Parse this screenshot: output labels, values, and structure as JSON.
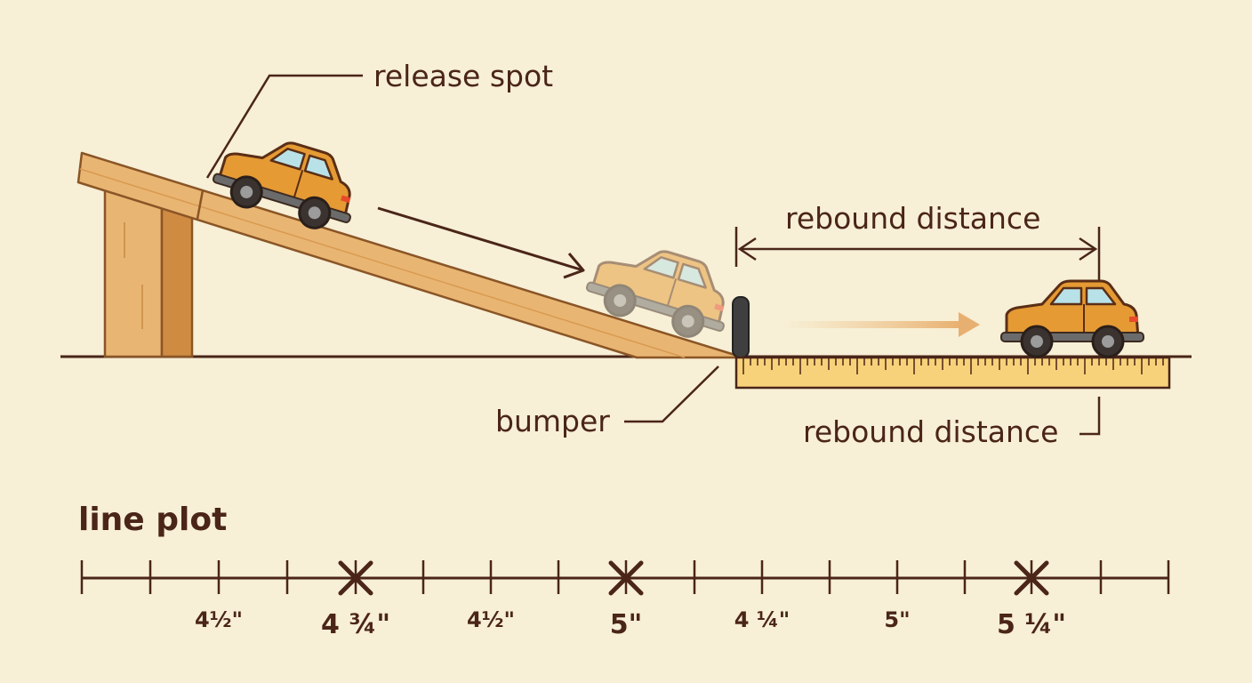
{
  "labels": {
    "release_spot": "release spot",
    "rebound_distance_top": "rebound distance",
    "rebound_distance_bottom": "rebound distance",
    "bumper": "bumper",
    "line_plot_title": "line plot"
  },
  "line_plot": {
    "tick_labels": [
      "4½\"",
      "4 ¾\"",
      "4½\"",
      "5\"",
      "4 ¼\"",
      "5\"",
      "5 ¼\""
    ],
    "x_marks": [
      {
        "label": "4 ¾\""
      },
      {
        "label": "5\""
      },
      {
        "label": "5 ¼\""
      }
    ]
  },
  "colors": {
    "background": "#f7efd6",
    "ink": "#4a2518",
    "wood": "#e3a95c",
    "car_body": "#e59a33",
    "ruler": "#f7d27a"
  }
}
